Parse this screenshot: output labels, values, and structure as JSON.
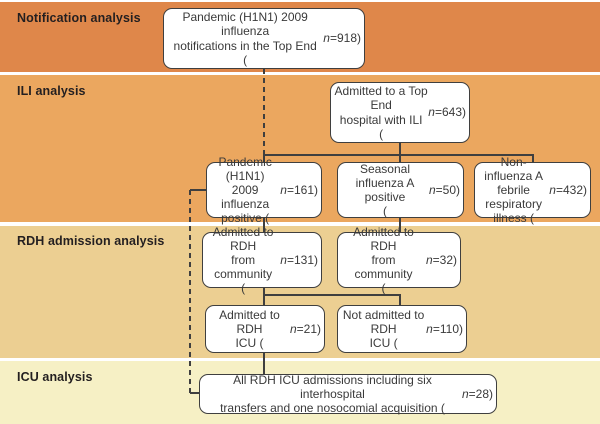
{
  "figure": {
    "type": "study-flow-diagram",
    "description": "Pandemic (H1N1) 2009 influenza Top End analysis flowchart"
  },
  "bands": [
    {
      "label": "Notification analysis",
      "color": "#df874a"
    },
    {
      "label": "ILI analysis",
      "color": "#eba75f"
    },
    {
      "label": "RDH admission analysis",
      "color": "#eccf92"
    },
    {
      "label": "ICU analysis",
      "color": "#f6f0c5"
    }
  ],
  "boxes": {
    "notifications": "Pandemic (H1N1) 2009 influenza\nnotifications in the Top End\n(n=918)",
    "admitted_ili": "Admitted to a Top End\nhospital with ILI\n(n=643)",
    "pandemic_positive": "Pandemic (H1N1)\n2009 influenza\npositive (n=161)",
    "seasonal_positive": "Seasonal influenza A\npositive\n(n=50)",
    "non_influenza": "Non-influenza A\nfebrile respiratory\nillness (n=432)",
    "rdh_community_pandemic": "Admitted to RDH\nfrom community\n(n=131)",
    "rdh_community_seasonal": "Admitted to RDH\nfrom community\n(n=32)",
    "icu_admitted": "Admitted to RDH\nICU (n=21)",
    "icu_not_admitted": "Not admitted to RDH\nICU (n=110)",
    "icu_all": "All RDH ICU admissions including six interhospital\ntransfers and one nosocomial acquisition (n=28)"
  },
  "counts": {
    "notifications": 918,
    "admitted_ili": 643,
    "pandemic_positive": 161,
    "seasonal_positive": 50,
    "non_influenza": 432,
    "rdh_community_pandemic": 131,
    "rdh_community_seasonal": 32,
    "icu_admitted": 21,
    "icu_not_admitted": 110,
    "icu_all": 28
  },
  "colors": {
    "box_fill": "#ffffff",
    "box_border": "#3f3f3f",
    "line": "#3f3f3f",
    "text": "#3a3a3a",
    "label": "#231f20",
    "separator": "#ffffff"
  }
}
